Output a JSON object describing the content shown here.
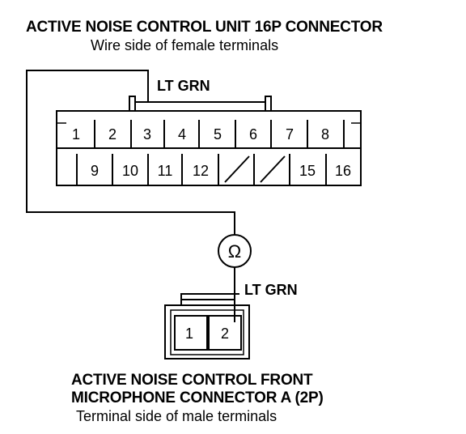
{
  "top_connector": {
    "title": "ACTIVE NOISE CONTROL UNIT 16P CONNECTOR",
    "subtitle": "Wire side of female terminals",
    "wire_label": "LT GRN",
    "top_row": [
      "1",
      "2",
      "3",
      "4",
      "5",
      "6",
      "7",
      "8"
    ],
    "bottom_row": [
      "",
      "9",
      "10",
      "11",
      "12",
      "",
      "",
      "15",
      "16"
    ]
  },
  "meter": {
    "symbol": "Ω"
  },
  "bottom_connector": {
    "wire_label": "LT GRN",
    "terminals": [
      "1",
      "2"
    ],
    "title_line1": "ACTIVE NOISE CONTROL FRONT",
    "title_line2": "MICROPHONE CONNECTOR A (2P)",
    "subtitle": "Terminal side of male terminals"
  },
  "colors": {
    "line": "#000000",
    "background": "#ffffff"
  }
}
